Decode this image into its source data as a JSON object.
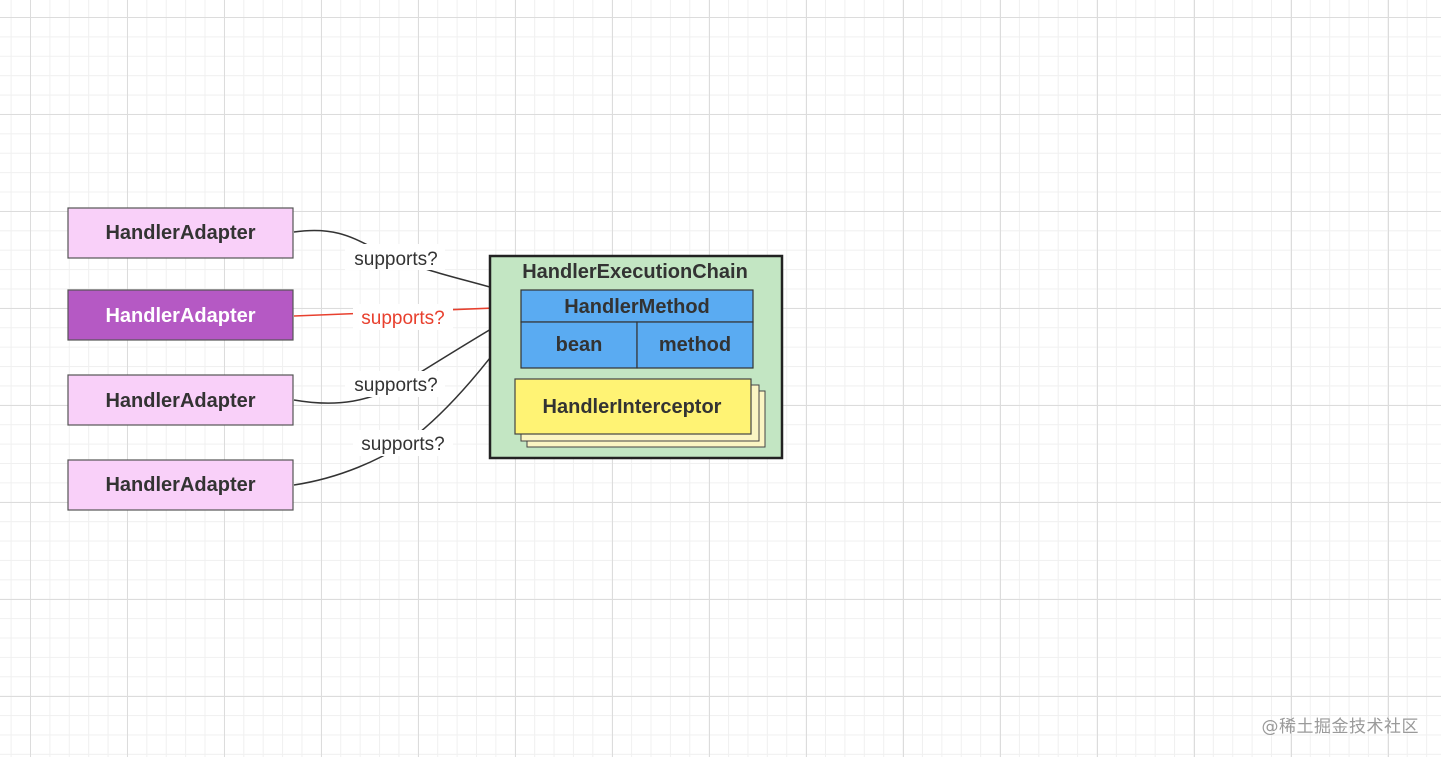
{
  "adapters": [
    {
      "label": "HandlerAdapter",
      "highlighted": false
    },
    {
      "label": "HandlerAdapter",
      "highlighted": true
    },
    {
      "label": "HandlerAdapter",
      "highlighted": false
    },
    {
      "label": "HandlerAdapter",
      "highlighted": false
    }
  ],
  "edges": [
    {
      "label": "supports?",
      "color": "#333333"
    },
    {
      "label": "supports?",
      "color": "#e8402e"
    },
    {
      "label": "supports?",
      "color": "#333333"
    },
    {
      "label": "supports?",
      "color": "#333333"
    }
  ],
  "chain": {
    "title": "HandlerExecutionChain",
    "method": {
      "title": "HandlerMethod",
      "left_cell": "bean",
      "right_cell": "method"
    },
    "interceptor": "HandlerInterceptor"
  },
  "colors": {
    "adapter_fill": "#f9d0f9",
    "adapter_highlight_fill": "#b559c4",
    "chain_fill": "#c3e6c3",
    "method_fill": "#5aabf2",
    "interceptor_fill": "#fff374",
    "interceptor_back_fill": "#fbf5c3",
    "edge_default": "#333333",
    "edge_selected": "#e8402e"
  },
  "watermark": "@稀土掘金技术社区"
}
